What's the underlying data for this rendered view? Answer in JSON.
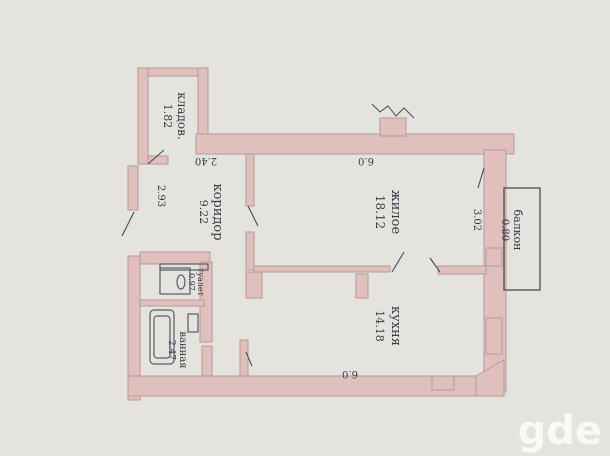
{
  "rooms": {
    "storage": {
      "name": "кладов.",
      "area": "1.82"
    },
    "corridor": {
      "name": "коридор",
      "area": "9.22"
    },
    "living": {
      "name": "жилое",
      "area": "18.12"
    },
    "kitchen": {
      "name": "кухня",
      "area": "14.18"
    },
    "balcony": {
      "name": "балкон",
      "area": "0.80"
    },
    "toilet": {
      "name": "туалет",
      "area": "0.97"
    },
    "bath": {
      "name": "ванная",
      "area": "2.47"
    }
  },
  "dimensions": {
    "top_left": "2.40",
    "top_right": "6.0",
    "corridor_width": "2.93",
    "room_width": "3.02",
    "bottom": "6.0"
  },
  "watermark": "gde",
  "colors": {
    "paper": "#e9e9e4",
    "wall_fill": "#dfc0bd",
    "wall_stroke": "#b79a98",
    "ink": "#3a3a48"
  }
}
